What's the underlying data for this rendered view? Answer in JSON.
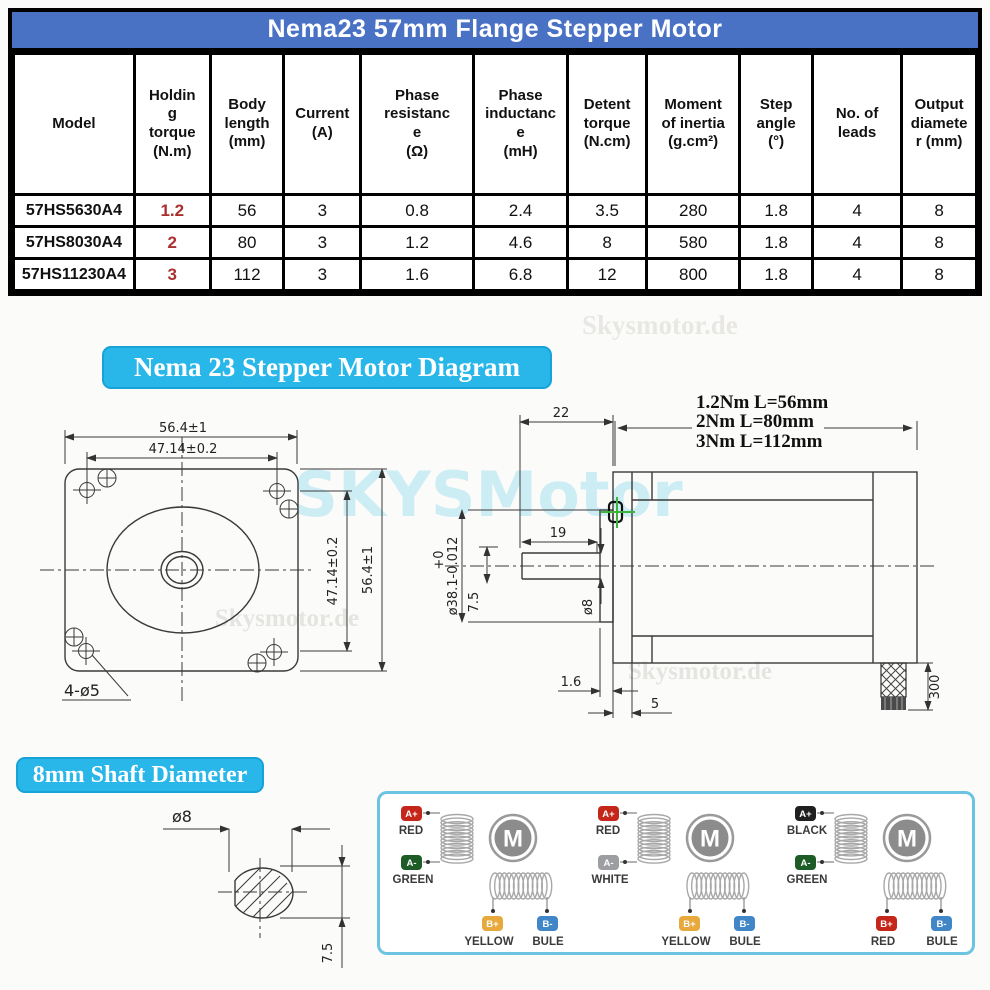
{
  "title_bar": {
    "text": "Nema23 57mm Flange Stepper Motor"
  },
  "spec_table": {
    "headers": [
      "Model",
      "Holdin\ng\ntorque\n(N.m)",
      "Body\nlength\n(mm)",
      "Current\n(A)",
      "Phase\nresistanc\ne\n(Ω)",
      "Phase\ninductanc\ne\n(mH)",
      "Detent\ntorque\n(N.cm)",
      "Moment\nof inertia\n(g.cm²)",
      "Step\nangle\n(°)",
      "No. of\nleads",
      "Output\ndiamete\nr (mm)"
    ],
    "rows": [
      [
        "57HS5630A4",
        "1.2",
        "56",
        "3",
        "0.8",
        "2.4",
        "3.5",
        "280",
        "1.8",
        "4",
        "8"
      ],
      [
        "57HS8030A4",
        "2",
        "80",
        "3",
        "1.2",
        "4.6",
        "8",
        "580",
        "1.8",
        "4",
        "8"
      ],
      [
        "57HS11230A4",
        "3",
        "112",
        "3",
        "1.6",
        "6.8",
        "12",
        "800",
        "1.8",
        "4",
        "8"
      ]
    ]
  },
  "section_headings": {
    "diagram": "Nema 23 Stepper Motor Diagram",
    "shaft": "8mm Shaft Diameter"
  },
  "watermarks": {
    "site": "Skysmotor.de",
    "site2": "Skysmotor.de",
    "site3": "Skysmotor.de",
    "brand_large": "SKYSMotor"
  },
  "diagram": {
    "front": {
      "width_outer": "56.4±1",
      "hole_pitch_h": "47.14±0.2",
      "hole_pitch_v": "47.14±0.2",
      "height_outer": "56.4±1",
      "holes": "4-ø5"
    },
    "side": {
      "shaft_ext": "22",
      "shaft_len": "19",
      "flat_depth": "7.5",
      "shaft_dia": "ø8",
      "boss_tol": "+0",
      "boss_dia": "ø38.1-0.012",
      "boss_height": "1.6",
      "step_len": "5",
      "cable_len": "300",
      "lengths": [
        "1.2Nm L=56mm",
        "2Nm L=80mm",
        "3Nm L=112mm"
      ]
    },
    "shaft_section": {
      "dia": "ø8",
      "flat": "7.5"
    }
  },
  "wiring": {
    "motor_label": "M",
    "groups": [
      {
        "a_plus": {
          "badge": "A+",
          "label": "RED",
          "color": "#c4271a"
        },
        "a_minus": {
          "badge": "A-",
          "label": "GREEN",
          "color": "#1d5c26"
        },
        "b_plus": {
          "badge": "B+",
          "label": "YELLOW",
          "color": "#e7a93c"
        },
        "b_minus": {
          "badge": "B-",
          "label": "BULE",
          "color": "#4187c7"
        }
      },
      {
        "a_plus": {
          "badge": "A+",
          "label": "RED",
          "color": "#c4271a"
        },
        "a_minus": {
          "badge": "A-",
          "label": "WHITE",
          "color": "#9c9ea1"
        },
        "b_plus": {
          "badge": "B+",
          "label": "YELLOW",
          "color": "#e7a93c"
        },
        "b_minus": {
          "badge": "B-",
          "label": "BULE",
          "color": "#4187c7"
        }
      },
      {
        "a_plus": {
          "badge": "A+",
          "label": "BLACK",
          "color": "#1f1f1f"
        },
        "a_minus": {
          "badge": "A-",
          "label": "GREEN",
          "color": "#1d5c26"
        },
        "b_plus": {
          "badge": "B+",
          "label": "RED",
          "color": "#c4271a"
        },
        "b_minus": {
          "badge": "B-",
          "label": "BULE",
          "color": "#4187c7"
        }
      }
    ]
  },
  "colors": {
    "title_bg": "#4a72c4",
    "heading_bg": "#29b6e8",
    "accent_red": "#aa3030",
    "panel_border": "#6cc4e2",
    "watermark_cyan": "#c6ebf5"
  }
}
